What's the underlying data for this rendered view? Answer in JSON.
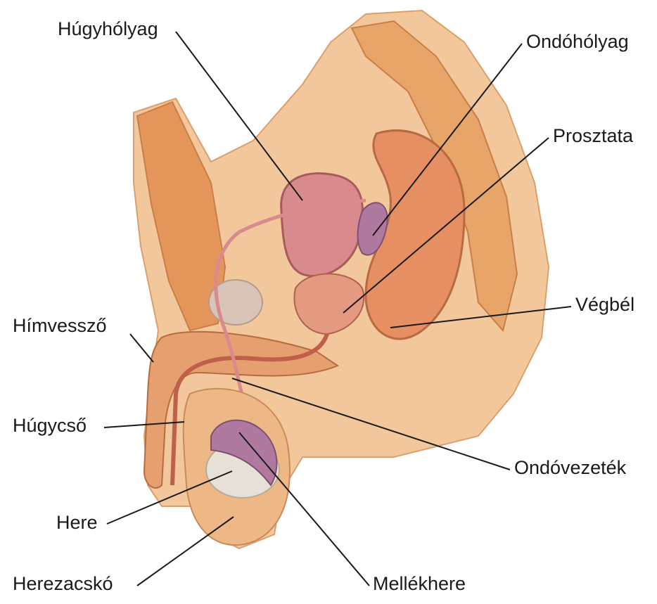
{
  "labels": {
    "bladder": "Húgyhólyag",
    "seminal_vesicle": "Ondóhólyag",
    "prostate": "Prosztata",
    "rectum": "Végbél",
    "penis": "Hímvessző",
    "urethra": "Húgycső",
    "vas_deferens": "Ondóvezeték",
    "testis": "Here",
    "scrotum": "Herezacskó",
    "epididymis": "Mellékhere"
  },
  "colors": {
    "skin": "#f2c79b",
    "muscle": "#e49a5e",
    "organ_pink": "#d98a8c",
    "vesicle_purple": "#b07aa0",
    "testis_gray": "#e6e0d6",
    "leader_line": "#1a1a1a"
  }
}
